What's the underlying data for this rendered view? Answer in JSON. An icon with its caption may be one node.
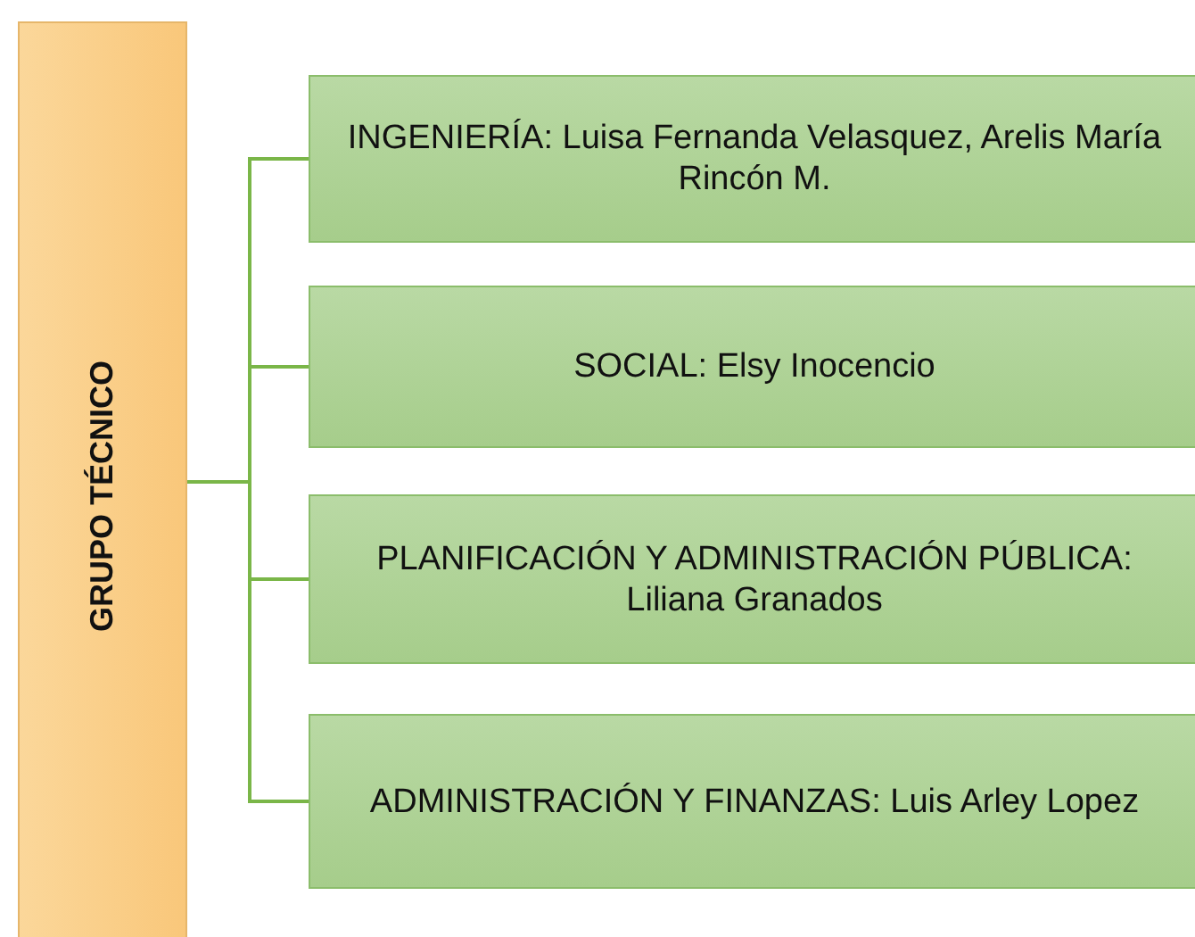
{
  "diagram": {
    "nodes": [
      {
        "text": [
          "GRUPO TÉCNICO"
        ]
      },
      {
        "text": [
          "INGENIERÍA: Luisa Fernanda Velasquez, Arelis María Rincón M."
        ]
      },
      {
        "text": [
          "SOCIAL: Elsy Inocencio"
        ]
      },
      {
        "text": [
          "PLANIFICACIÓN Y ADMINISTRACIÓN PÚBLICA: Liliana Granados"
        ]
      },
      {
        "text": [
          "ADMINISTRACIÓN Y FINANZAS: Luis Arley Lopez"
        ]
      }
    ],
    "edges": [
      {
        "from": 0,
        "to": 1,
        "arrow": "none"
      },
      {
        "from": 0,
        "to": 2,
        "arrow": "none"
      },
      {
        "from": 0,
        "to": 3,
        "arrow": "none"
      },
      {
        "from": 0,
        "to": 4,
        "arrow": "none"
      }
    ]
  }
}
